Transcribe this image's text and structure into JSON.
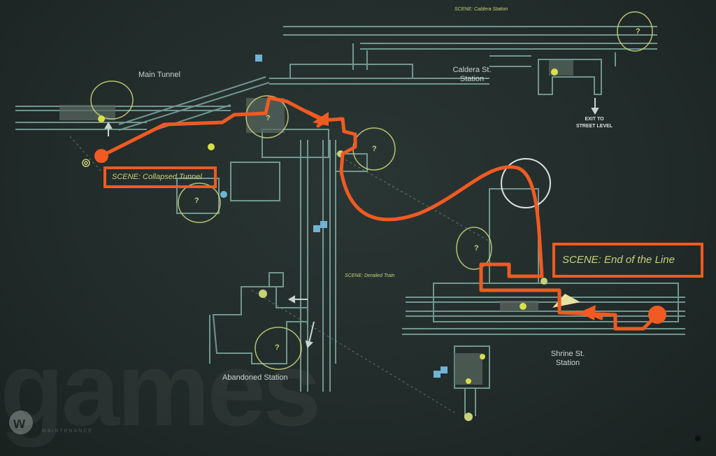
{
  "map": {
    "header_scene": "SCENE: Caldera Station",
    "locations": {
      "main_tunnel": "Main Tunnel",
      "caldera_line1": "Caldera St.",
      "caldera_line2": "Station",
      "abandoned": "Abandoned Station",
      "shrine_line1": "Shrine St.",
      "shrine_line2": "Station"
    },
    "exit_line1": "EXIT TO",
    "exit_line2": "STREET LEVEL",
    "scenes": {
      "collapsed_tunnel": "SCENE: Collapsed Tunnel",
      "derailed_train": "SCENE: Derailed Train",
      "end_of_line": "SCENE: End of the Line"
    },
    "watermark": "games",
    "logo_text": "MAINTENANCE"
  },
  "colors": {
    "route": "#f15a22",
    "lines": "#7fa9a0",
    "accent": "#c8d07a",
    "highlight": "#ffffff"
  },
  "icons": [
    "door-icon",
    "question-mark-icon",
    "gear-icon",
    "target-icon",
    "down-arrow-icon",
    "left-arrow-icon",
    "up-arrow-icon",
    "checkpoint-icon",
    "save-icon"
  ]
}
